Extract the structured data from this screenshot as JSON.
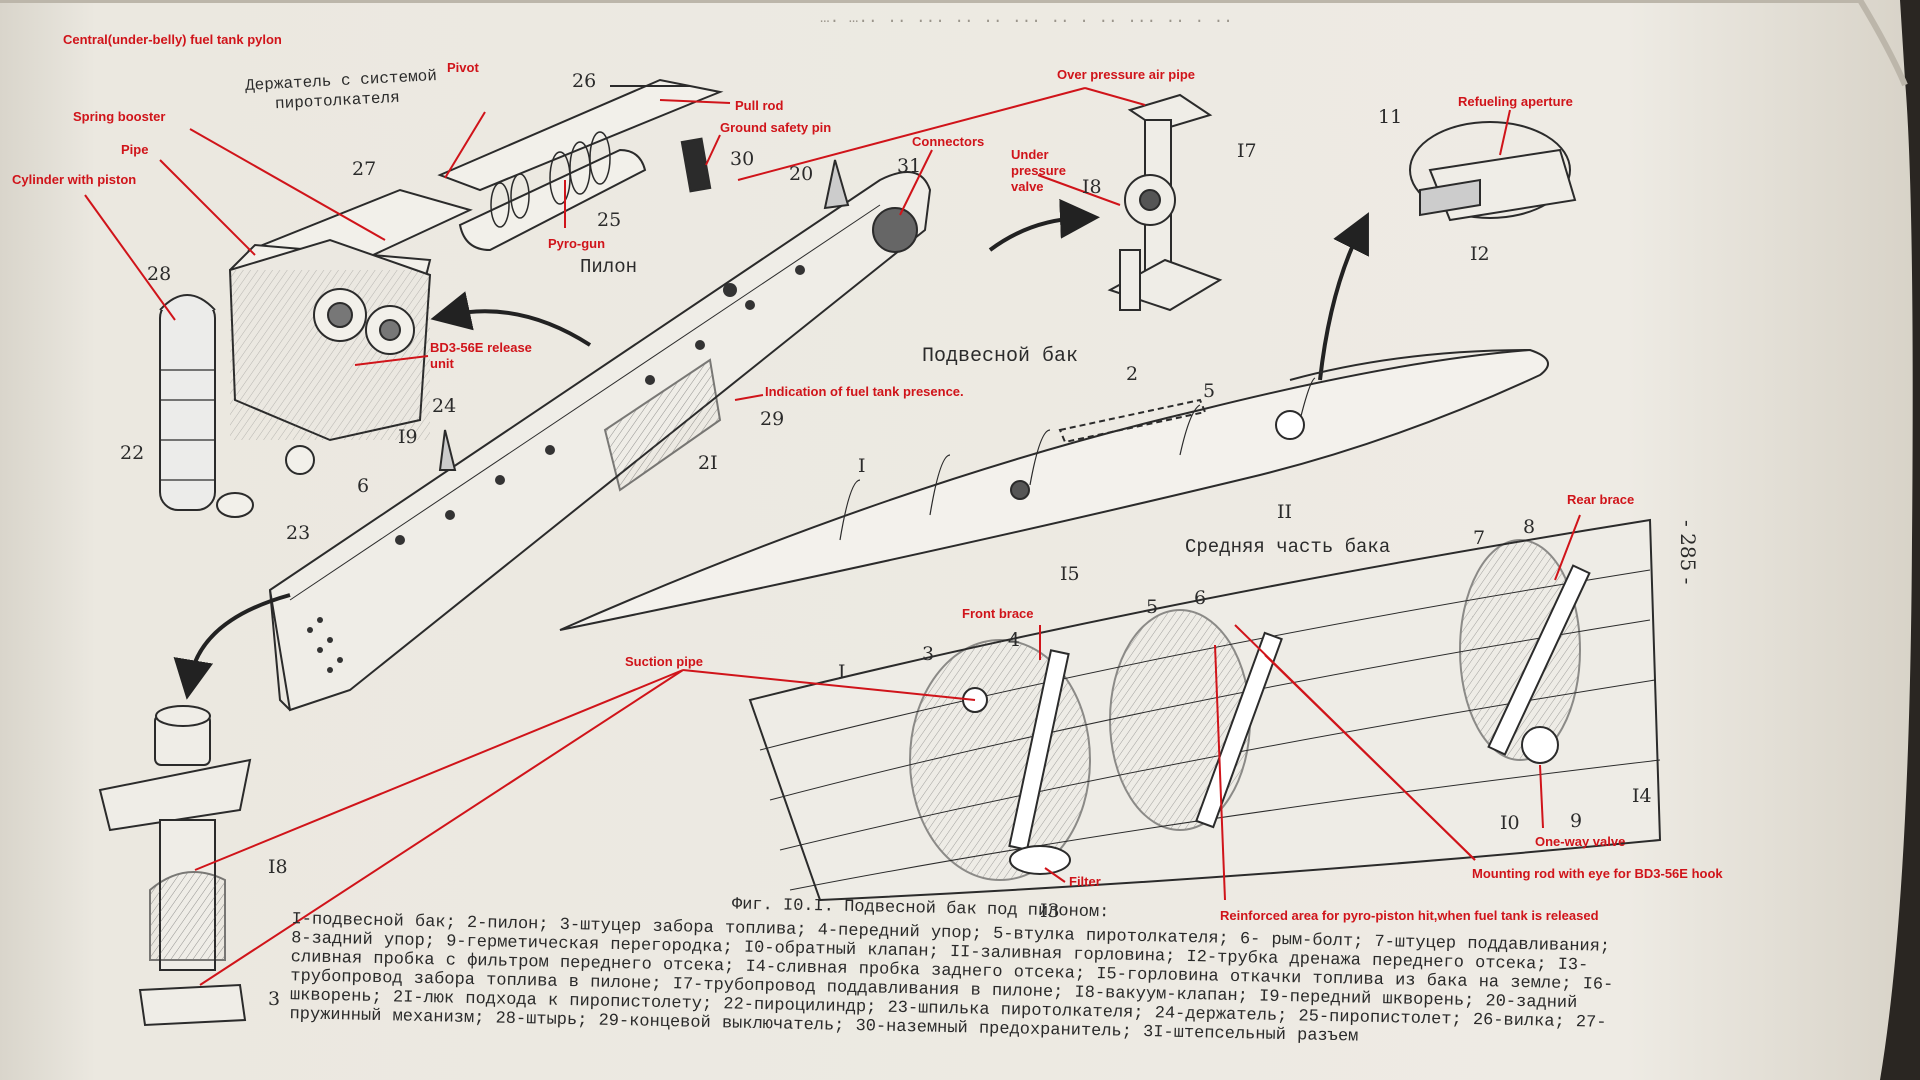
{
  "colors": {
    "paper": "#ece9e1",
    "ink": "#2b2b2b",
    "annotation": "#d0141a",
    "background": "#2a2622"
  },
  "annotations": {
    "central_pylon": "Central(under-belly) fuel tank pylon",
    "pivot": "Pivot",
    "spring_booster": "Spring booster",
    "pipe": "Pipe",
    "cylinder_with_piston": "Cylinder with piston",
    "pull_rod": "Pull rod",
    "ground_safety_pin": "Ground safety pin",
    "pyro_gun": "Pyro-gun",
    "over_pressure_air_pipe": "Over pressure air pipe",
    "connectors": "Connectors",
    "under_pressure_valve": "Under pressure valve",
    "refueling_aperture": "Refueling aperture",
    "bd3_release_unit": "BD3-56E release unit",
    "fuel_tank_presence": "Indication of fuel tank presence.",
    "rear_brace": "Rear brace",
    "front_brace": "Front brace",
    "suction_pipe": "Suction pipe",
    "filter": "Filter",
    "one_way_valve": "One-way valve",
    "mounting_rod": "Mounting rod with eye for BD3-56E hook",
    "reinforced_area": "Reinforced area for pyro-piston hit,when fuel tank is released"
  },
  "russian_labels": {
    "holder_title_1": "Держатель с системой",
    "holder_title_2": "пиротолкателя",
    "pylon": "Пилон",
    "drop_tank": "Подвесной бак",
    "tank_middle": "Средняя часть бака"
  },
  "part_numbers": {
    "n26": "26",
    "n27": "27",
    "n30": "30",
    "n25": "25",
    "n20": "20",
    "n31": "31",
    "n28": "28",
    "n24": "24",
    "n22": "22",
    "n6": "6",
    "n23": "23",
    "n19": "I9",
    "n21": "2I",
    "n29": "29",
    "n17": "I7",
    "n18": "I8",
    "n11": "11",
    "n12": "I2",
    "n2": "2",
    "n5": "5",
    "nI": "I",
    "nII": "II",
    "n15": "I5",
    "n7": "7",
    "n8": "8",
    "n3": "3",
    "n4": "4",
    "n5b": "5",
    "n6b": "6",
    "nIb": "I",
    "n13": "I3",
    "n10": "I0",
    "n9": "9",
    "n14": "I4",
    "n18b": "I8",
    "n3b": "3"
  },
  "caption": {
    "title": "Фиг. I0.I. Подвесной бак под пилоном:",
    "body": "I-подвесной бак; 2-пилон; 3-штуцер забора топлива; 4-передний упор; 5-втулка пиротолкателя; 6- рым-болт; 7-штуцер поддавливания; 8-задний упор; 9-герметическая перегородка; I0-обратный клапан; II-заливная горловина; I2-трубка дренажа переднего отсека; I3-сливная пробка с фильтром переднего отсека; I4-сливная пробка заднего отсека; I5-горловина откачки топлива из бака на земле; I6-трубопровод забора топлива в пилоне; I7-трубопровод поддавливания в пилоне; I8-вакуум-клапан; I9-передний шкворень; 20-задний шкворень; 2I-люк подхода к пиропистолету; 22-пироцилиндр; 23-шпилька пиротолкателя; 24-держатель; 25-пиропистолет; 26-вилка; 27-пружинный механизм; 28-штырь; 29-концевой выключатель; 30-наземный предохранитель; 3I-штепсельный разъем"
  },
  "page_number": "- 285 -"
}
